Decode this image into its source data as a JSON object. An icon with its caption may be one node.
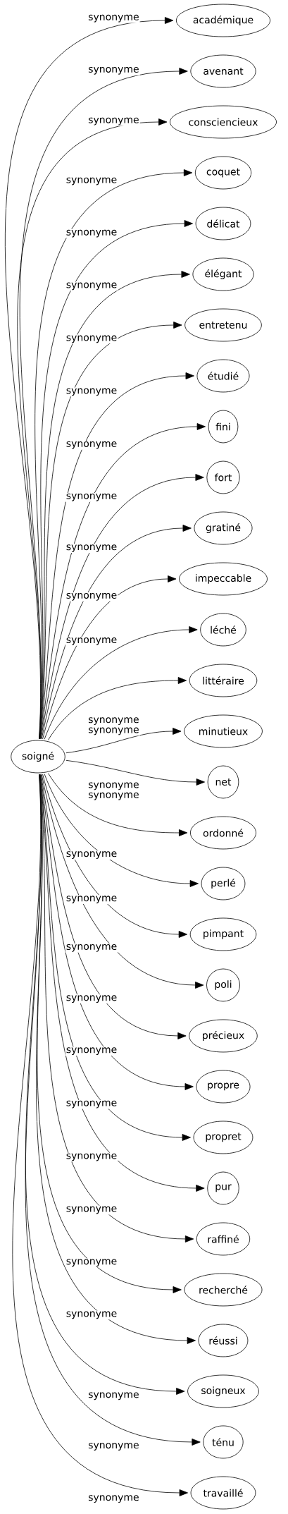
{
  "diagram": {
    "nodes": [
      {
        "text": [
          "soigné"
        ]
      },
      {
        "text": [
          "académique"
        ]
      },
      {
        "text": [
          "avenant"
        ]
      },
      {
        "text": [
          "consciencieux"
        ]
      },
      {
        "text": [
          "coquet"
        ]
      },
      {
        "text": [
          "délicat"
        ]
      },
      {
        "text": [
          "élégant"
        ]
      },
      {
        "text": [
          "entretenu"
        ]
      },
      {
        "text": [
          "étudié"
        ]
      },
      {
        "text": [
          "fini"
        ]
      },
      {
        "text": [
          "fort"
        ]
      },
      {
        "text": [
          "gratiné"
        ]
      },
      {
        "text": [
          "impeccable"
        ]
      },
      {
        "text": [
          "léché"
        ]
      },
      {
        "text": [
          "littéraire"
        ]
      },
      {
        "text": [
          "minutieux"
        ]
      },
      {
        "text": [
          "net"
        ]
      },
      {
        "text": [
          "ordonné"
        ]
      },
      {
        "text": [
          "perlé"
        ]
      },
      {
        "text": [
          "pimpant"
        ]
      },
      {
        "text": [
          "poli"
        ]
      },
      {
        "text": [
          "précieux"
        ]
      },
      {
        "text": [
          "propre"
        ]
      },
      {
        "text": [
          "propret"
        ]
      },
      {
        "text": [
          "pur"
        ]
      },
      {
        "text": [
          "raffiné"
        ]
      },
      {
        "text": [
          "recherché"
        ]
      },
      {
        "text": [
          "réussi"
        ]
      },
      {
        "text": [
          "soigneux"
        ]
      },
      {
        "text": [
          "ténu"
        ]
      },
      {
        "text": [
          "travaillé"
        ]
      }
    ],
    "edges": [
      {
        "from": 0,
        "to": 1,
        "arrow": "to",
        "label": "synonyme"
      },
      {
        "from": 0,
        "to": 2,
        "arrow": "to",
        "label": "synonyme"
      },
      {
        "from": 0,
        "to": 3,
        "arrow": "to",
        "label": "synonyme"
      },
      {
        "from": 0,
        "to": 4,
        "arrow": "to",
        "label": "synonyme"
      },
      {
        "from": 0,
        "to": 5,
        "arrow": "to",
        "label": "synonyme"
      },
      {
        "from": 0,
        "to": 6,
        "arrow": "to",
        "label": "synonyme"
      },
      {
        "from": 0,
        "to": 7,
        "arrow": "to",
        "label": "synonyme"
      },
      {
        "from": 0,
        "to": 8,
        "arrow": "to",
        "label": "synonyme"
      },
      {
        "from": 0,
        "to": 9,
        "arrow": "to",
        "label": "synonyme"
      },
      {
        "from": 0,
        "to": 10,
        "arrow": "to",
        "label": "synonyme"
      },
      {
        "from": 0,
        "to": 11,
        "arrow": "to",
        "label": "synonyme"
      },
      {
        "from": 0,
        "to": 12,
        "arrow": "to",
        "label": "synonyme"
      },
      {
        "from": 0,
        "to": 13,
        "arrow": "to",
        "label": "synonyme"
      },
      {
        "from": 0,
        "to": 14,
        "arrow": "to",
        "label": "synonyme"
      },
      {
        "from": 0,
        "to": 15,
        "arrow": "to",
        "label": "synonyme"
      },
      {
        "from": 0,
        "to": 16,
        "arrow": "to",
        "label": "synonyme"
      },
      {
        "from": 0,
        "to": 17,
        "arrow": "to",
        "label": "synonyme"
      },
      {
        "from": 0,
        "to": 18,
        "arrow": "to",
        "label": "synonyme"
      },
      {
        "from": 0,
        "to": 19,
        "arrow": "to",
        "label": "synonyme"
      },
      {
        "from": 0,
        "to": 20,
        "arrow": "to",
        "label": "synonyme"
      },
      {
        "from": 0,
        "to": 21,
        "arrow": "to",
        "label": "synonyme"
      },
      {
        "from": 0,
        "to": 22,
        "arrow": "to",
        "label": "synonyme"
      },
      {
        "from": 0,
        "to": 23,
        "arrow": "to",
        "label": "synonyme"
      },
      {
        "from": 0,
        "to": 24,
        "arrow": "to",
        "label": "synonyme"
      },
      {
        "from": 0,
        "to": 25,
        "arrow": "to",
        "label": "synonyme"
      },
      {
        "from": 0,
        "to": 26,
        "arrow": "to",
        "label": "synonyme"
      },
      {
        "from": 0,
        "to": 27,
        "arrow": "to",
        "label": "synonyme"
      },
      {
        "from": 0,
        "to": 28,
        "arrow": "to",
        "label": "synonyme"
      },
      {
        "from": 0,
        "to": 29,
        "arrow": "to",
        "label": "synonyme"
      },
      {
        "from": 0,
        "to": 30,
        "arrow": "to",
        "label": "synonyme"
      }
    ]
  }
}
